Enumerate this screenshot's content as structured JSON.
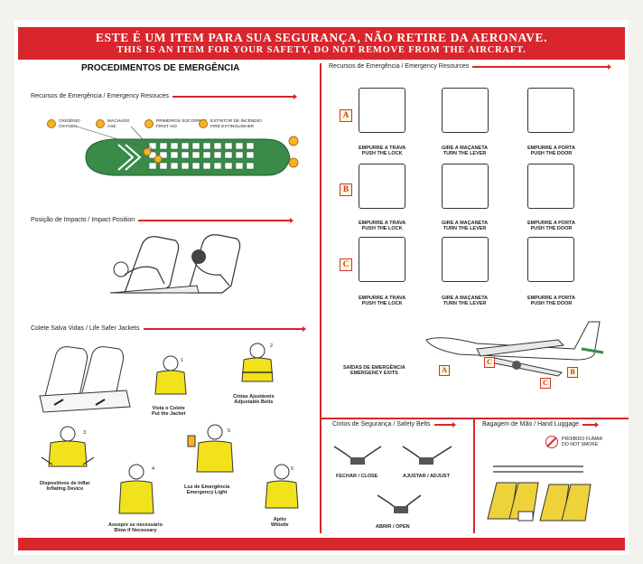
{
  "banner": {
    "line1": "ESTE É UM ITEM PARA SUA SEGURANÇA, NÃO RETIRE DA AERONAVE.",
    "line2": "THIS IS AN ITEM FOR YOUR SAFETY, DO NOT REMOVE FROM THE AIRCRAFT."
  },
  "left": {
    "title": "PROCEDIMENTOS DE EMERGÊNCIA",
    "resources": {
      "header": "Recursos de Emergência / Emergency Resouces",
      "legend": [
        {
          "pt": "OXIGÊNIO",
          "en": "OXYGEN"
        },
        {
          "pt": "MACHADO",
          "en": "AXE"
        },
        {
          "pt": "PRIMEIROS SOCORROS",
          "en": "FIRST AID"
        },
        {
          "pt": "EXTINTOR DE INCÊNDIO",
          "en": "FIRE EXTINGUISHER"
        }
      ]
    },
    "impact": {
      "header": "Posição de Impacto / Impact Position"
    },
    "jackets": {
      "header": "Colete Salva Vidas / Life Safer Jackets",
      "steps": [
        {
          "num": "1",
          "pt": "Vista o Colete",
          "en": "Put the Jacket"
        },
        {
          "num": "2",
          "pt": "Cintas Ajustáveis",
          "en": "Adjustable Belts"
        },
        {
          "num": "3",
          "pt": "Dispositivos de Inflar",
          "en": "Inflating Device"
        },
        {
          "num": "4",
          "pt": "Assopre se necessário",
          "en": "Blow if Necessary"
        },
        {
          "num": "5",
          "pt": "Luz de Emergência",
          "en": "Emergency Light"
        },
        {
          "num": "6",
          "pt": "Apito",
          "en": "Whistle"
        }
      ]
    }
  },
  "right": {
    "resources_header": "Recursos de Emergência / Emergency Resources",
    "rows": [
      {
        "letter": "A",
        "steps": [
          {
            "pt": "EMPURRE A TRAVA",
            "en": "PUSH THE LOCK"
          },
          {
            "pt": "GIRE A MAÇANETA",
            "en": "TURN THE LEVER"
          },
          {
            "pt": "EMPURRE A PORTA",
            "en": "PUSH THE DOOR"
          }
        ]
      },
      {
        "letter": "B",
        "steps": [
          {
            "pt": "EMPURRE A TRAVA",
            "en": "PUSH THE LOCK"
          },
          {
            "pt": "GIRE A MAÇANETA",
            "en": "TURN THE LEVER"
          },
          {
            "pt": "EMPURRE A PORTA",
            "en": "PUSH THE DOOR"
          }
        ]
      },
      {
        "letter": "C",
        "steps": [
          {
            "pt": "EMPURRE A TRAVA",
            "en": "PUSH THE LOCK"
          },
          {
            "pt": "GIRE A MAÇANETA",
            "en": "TURN THE LEVER"
          },
          {
            "pt": "EMPURRE A PORTA",
            "en": "PUSH THE DOOR"
          }
        ]
      }
    ],
    "exits": {
      "pt": "SAÍDAS DE EMERGÊNCIA",
      "en": "EMERGENCY EXITS",
      "letters": [
        "A",
        "B",
        "C",
        "C"
      ]
    },
    "belts": {
      "header": "Cintos de Segurança / Safety Belts",
      "fasten": "FECHAR / CLOSE",
      "adjust": "AJUSTAR / ADJUST",
      "open": "ABRIR / OPEN"
    },
    "luggage": {
      "header": "Bagagem de Mão / Hand Luggage",
      "no_smoke_pt": "PROIBIDO FUMAR",
      "no_smoke_en": "DO NOT SMOKE"
    }
  },
  "colors": {
    "accent": "#d8262c",
    "vest": "#f2e21c",
    "plane": "#3a8a4a",
    "seat": "#eed23a"
  }
}
